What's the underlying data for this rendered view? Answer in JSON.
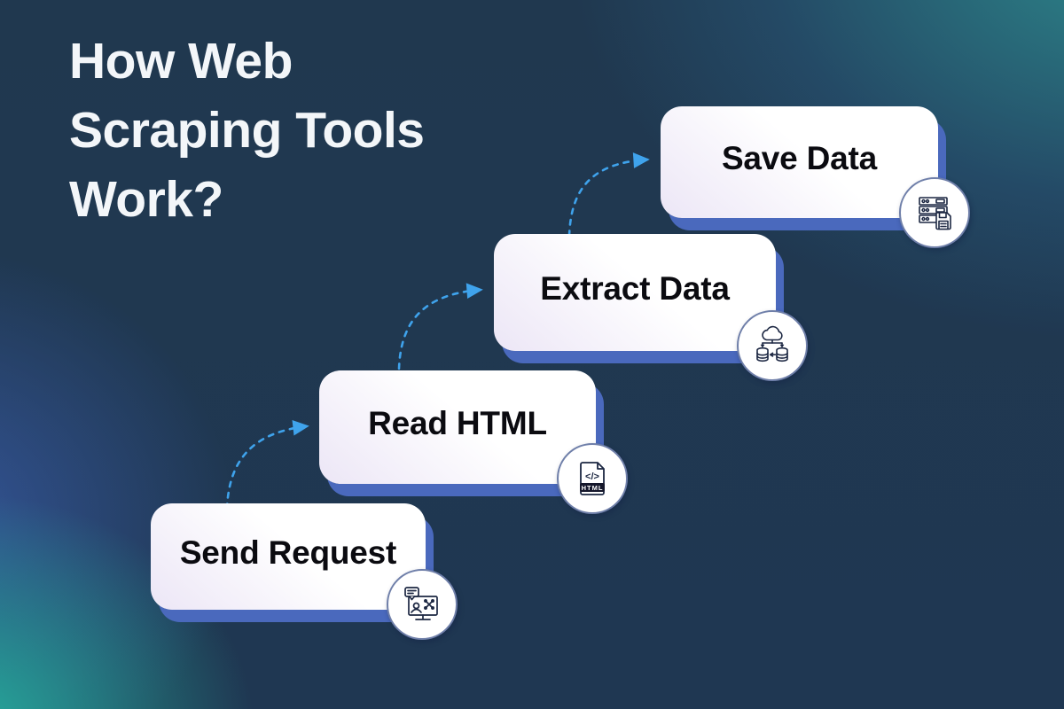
{
  "title": {
    "line1": "How Web",
    "line2": "Scraping Tools",
    "line3": "Work?"
  },
  "steps": [
    {
      "label": "Send Request",
      "icon": "monitor-request-icon"
    },
    {
      "label": "Read HTML",
      "icon": "html-file-icon",
      "icon_text": {
        "code": "</>",
        "tag": "HTML"
      }
    },
    {
      "label": "Extract Data",
      "icon": "cloud-database-icon"
    },
    {
      "label": "Save Data",
      "icon": "server-save-icon"
    }
  ],
  "colors": {
    "background_navy": "#1f3752",
    "glow_teal": "#26b2a0",
    "glow_blue": "#4269c8",
    "glow_topright": "#2f9696",
    "card_face": "#ffffff",
    "card_tint": "#ece6f6",
    "card_shadow_blue": "#4a69bd",
    "card_text": "#0b0b10",
    "title_text": "#f3f6f9",
    "arrow_blue": "#3fa3ec",
    "badge_ring": "#6f7fa9",
    "icon_line": "#1c2742"
  }
}
